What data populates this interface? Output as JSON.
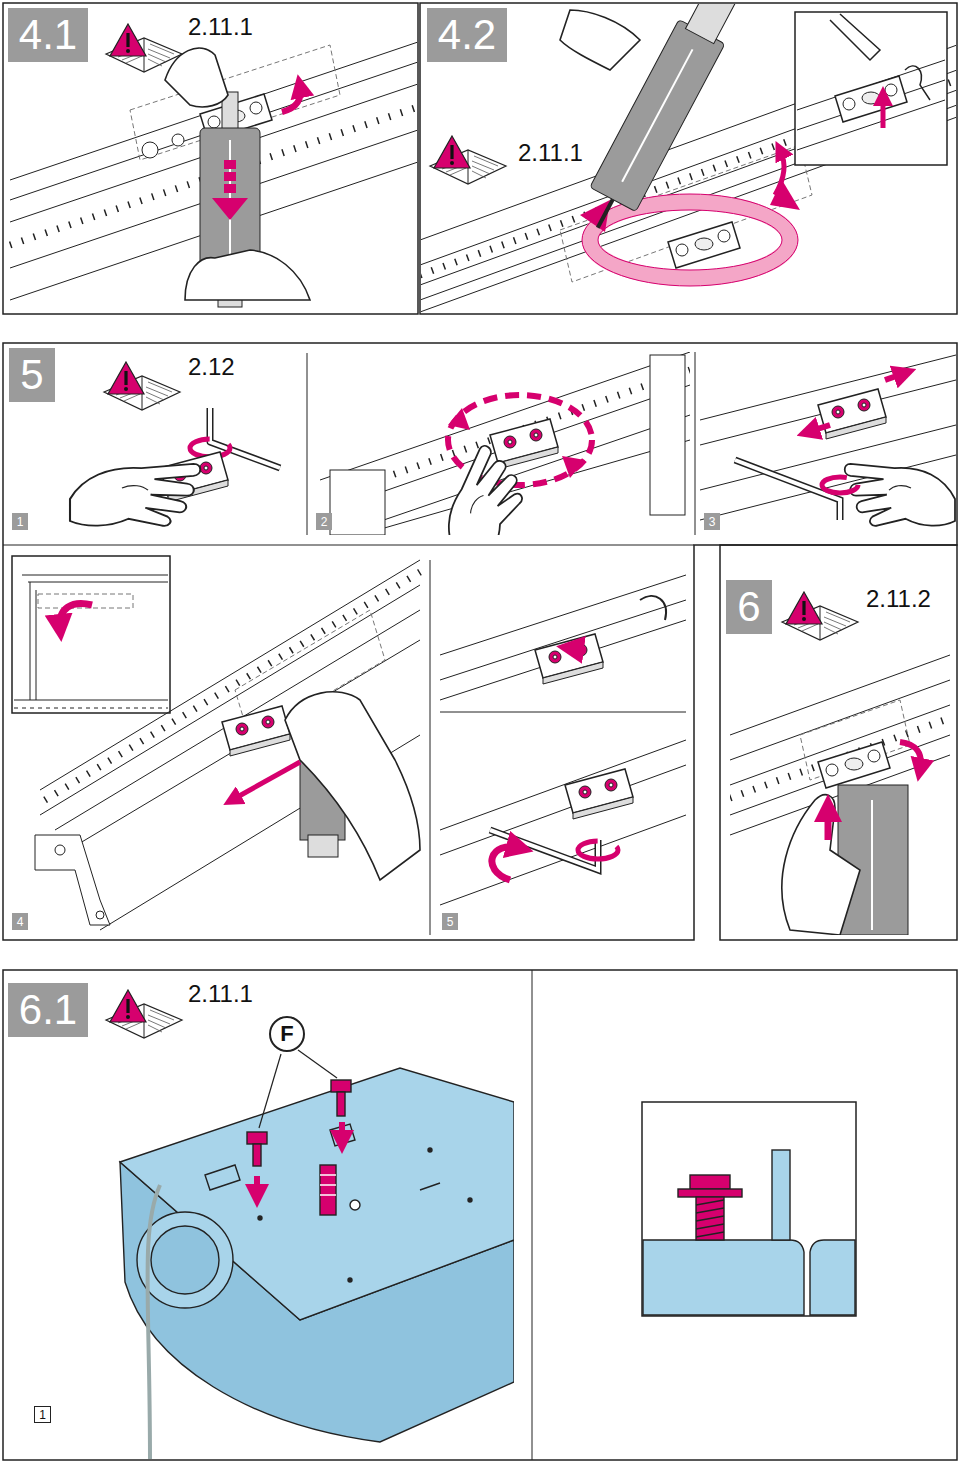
{
  "diagram": {
    "nodes": [
      {
        "text": [
          "4.1"
        ]
      },
      {
        "text": [
          "4.2"
        ]
      },
      {
        "text": [
          "5"
        ]
      },
      {
        "text": [
          "1"
        ]
      },
      {
        "text": [
          "2"
        ]
      },
      {
        "text": [
          "3"
        ]
      },
      {
        "text": [
          "4"
        ]
      },
      {
        "text": [
          "5"
        ]
      },
      {
        "text": [
          "6"
        ]
      },
      {
        "text": [
          "6.1"
        ]
      },
      {
        "text": [
          "F"
        ]
      },
      {
        "text": [
          "1"
        ]
      }
    ],
    "labels": [
      "2.11.1",
      "2.11.1",
      "2.12",
      "2.11.2",
      "2.11.1"
    ]
  }
}
